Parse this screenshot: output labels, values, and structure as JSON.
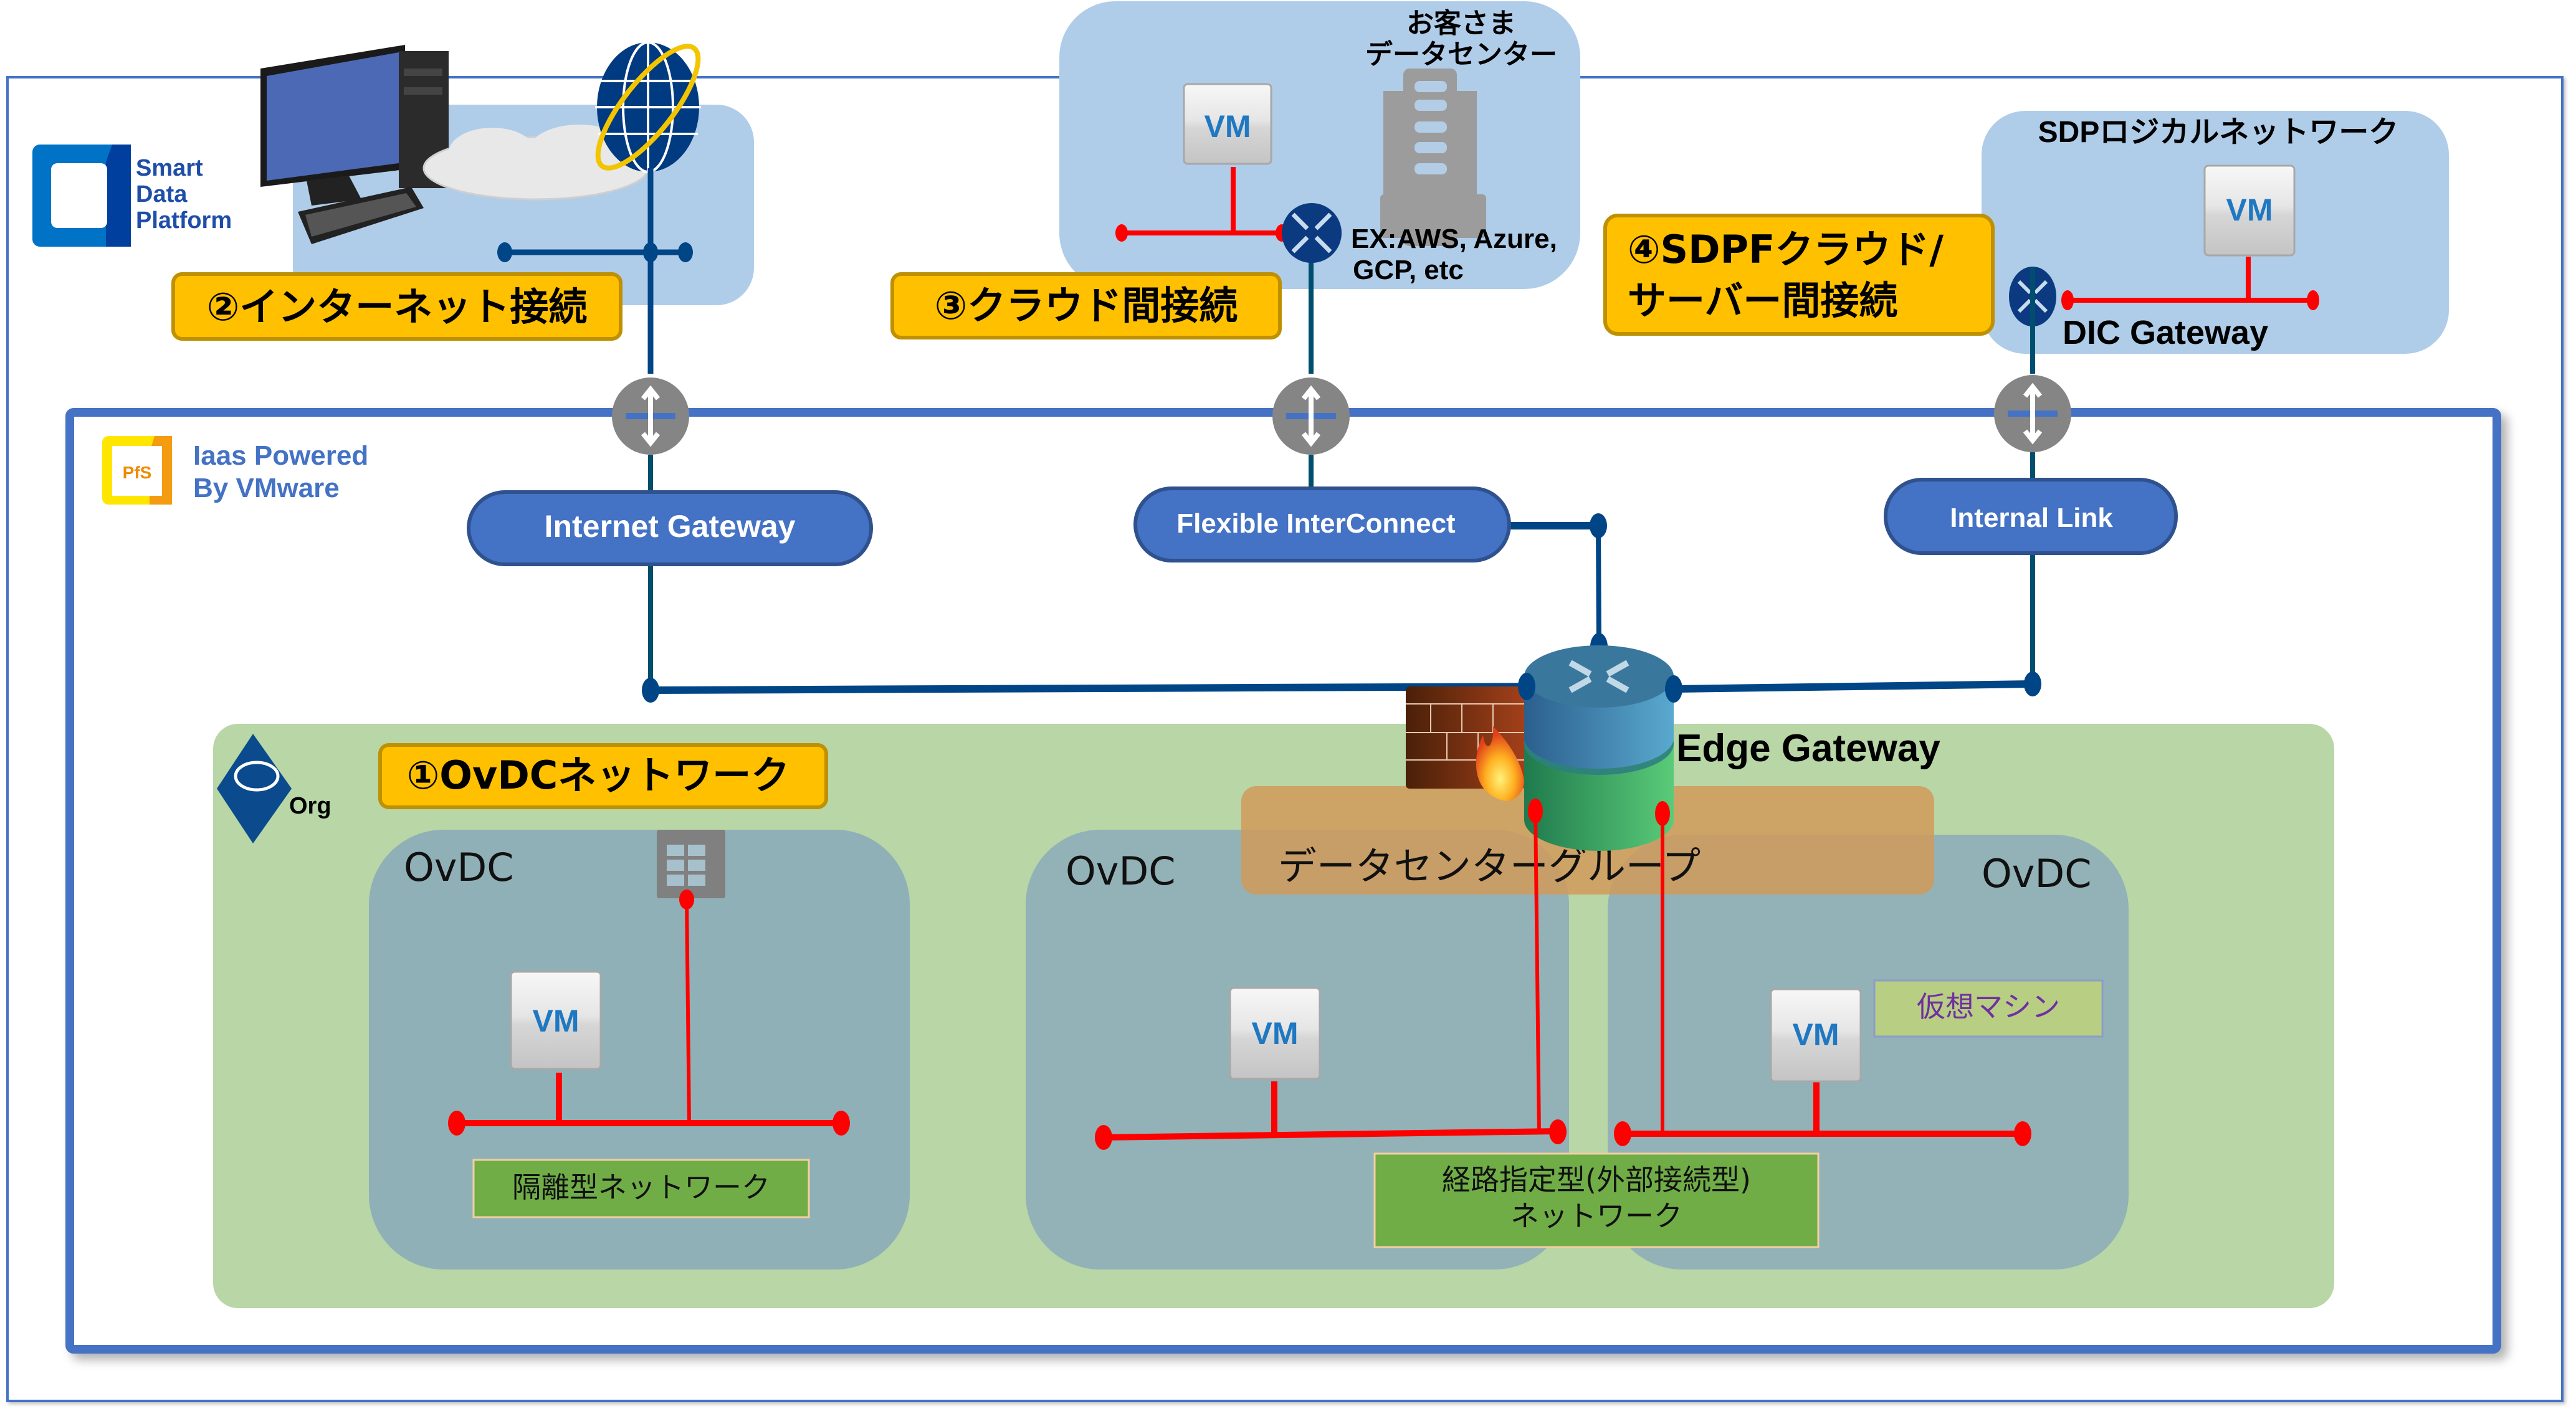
{
  "brand": {
    "line1": "Smart",
    "line2": "Data",
    "line3": "Platform"
  },
  "platform": {
    "logo_text": "PfS",
    "line1": "Iaas Powered",
    "line2": "By VMware"
  },
  "callouts": {
    "internet": "②インターネット接続",
    "cloud": "③クラウド間接続",
    "sdpf_line1": "④SDPFクラウド/",
    "sdpf_line2": "サーバー間接続",
    "ovdc": "①OvDCネットワーク"
  },
  "customer_dc": {
    "title_line1": "お客さま",
    "title_line2": "データセンター",
    "examples_line1": "EX:AWS, Azure,",
    "examples_line2": "GCP, etc",
    "vm_label": "VM"
  },
  "sdp_logical": {
    "title": "SDPロジカルネットワーク",
    "vm_label": "VM",
    "gateway_label": "DIC Gateway"
  },
  "gateways": {
    "internet_gateway": "Internet Gateway",
    "flexible_interconnect": "Flexible InterConnect",
    "internal_link": "Internal Link",
    "edge_gateway": "Edge Gateway"
  },
  "org": {
    "label": "Org"
  },
  "ovdcs": [
    {
      "label": "OvDC",
      "vm_label": "VM",
      "network_label": "隔離型ネットワーク"
    },
    {
      "label": "OvDC",
      "vm_label": "VM"
    },
    {
      "label": "OvDC",
      "vm_label": "VM"
    }
  ],
  "datacenter_group": "データセンターグループ",
  "routed_network": {
    "line1": "経路指定型(外部接続型)",
    "line2": "ネットワーク"
  },
  "vm_legend": "仮想マシン",
  "colors": {
    "frame_blue": "#4472c4",
    "callout_fill": "#ffc000",
    "callout_border": "#bf9000",
    "light_blue_area": "#afcde9",
    "org_green": "#b8d6a6",
    "ovdc_gray": "#8fb0b7",
    "dc_group_orange": "#d09a5a",
    "network_green": "#70ad47",
    "link_navy": "#004586",
    "link_red": "#ff0000",
    "router_gray": "#858585",
    "router_navy": "#0b3a80"
  }
}
